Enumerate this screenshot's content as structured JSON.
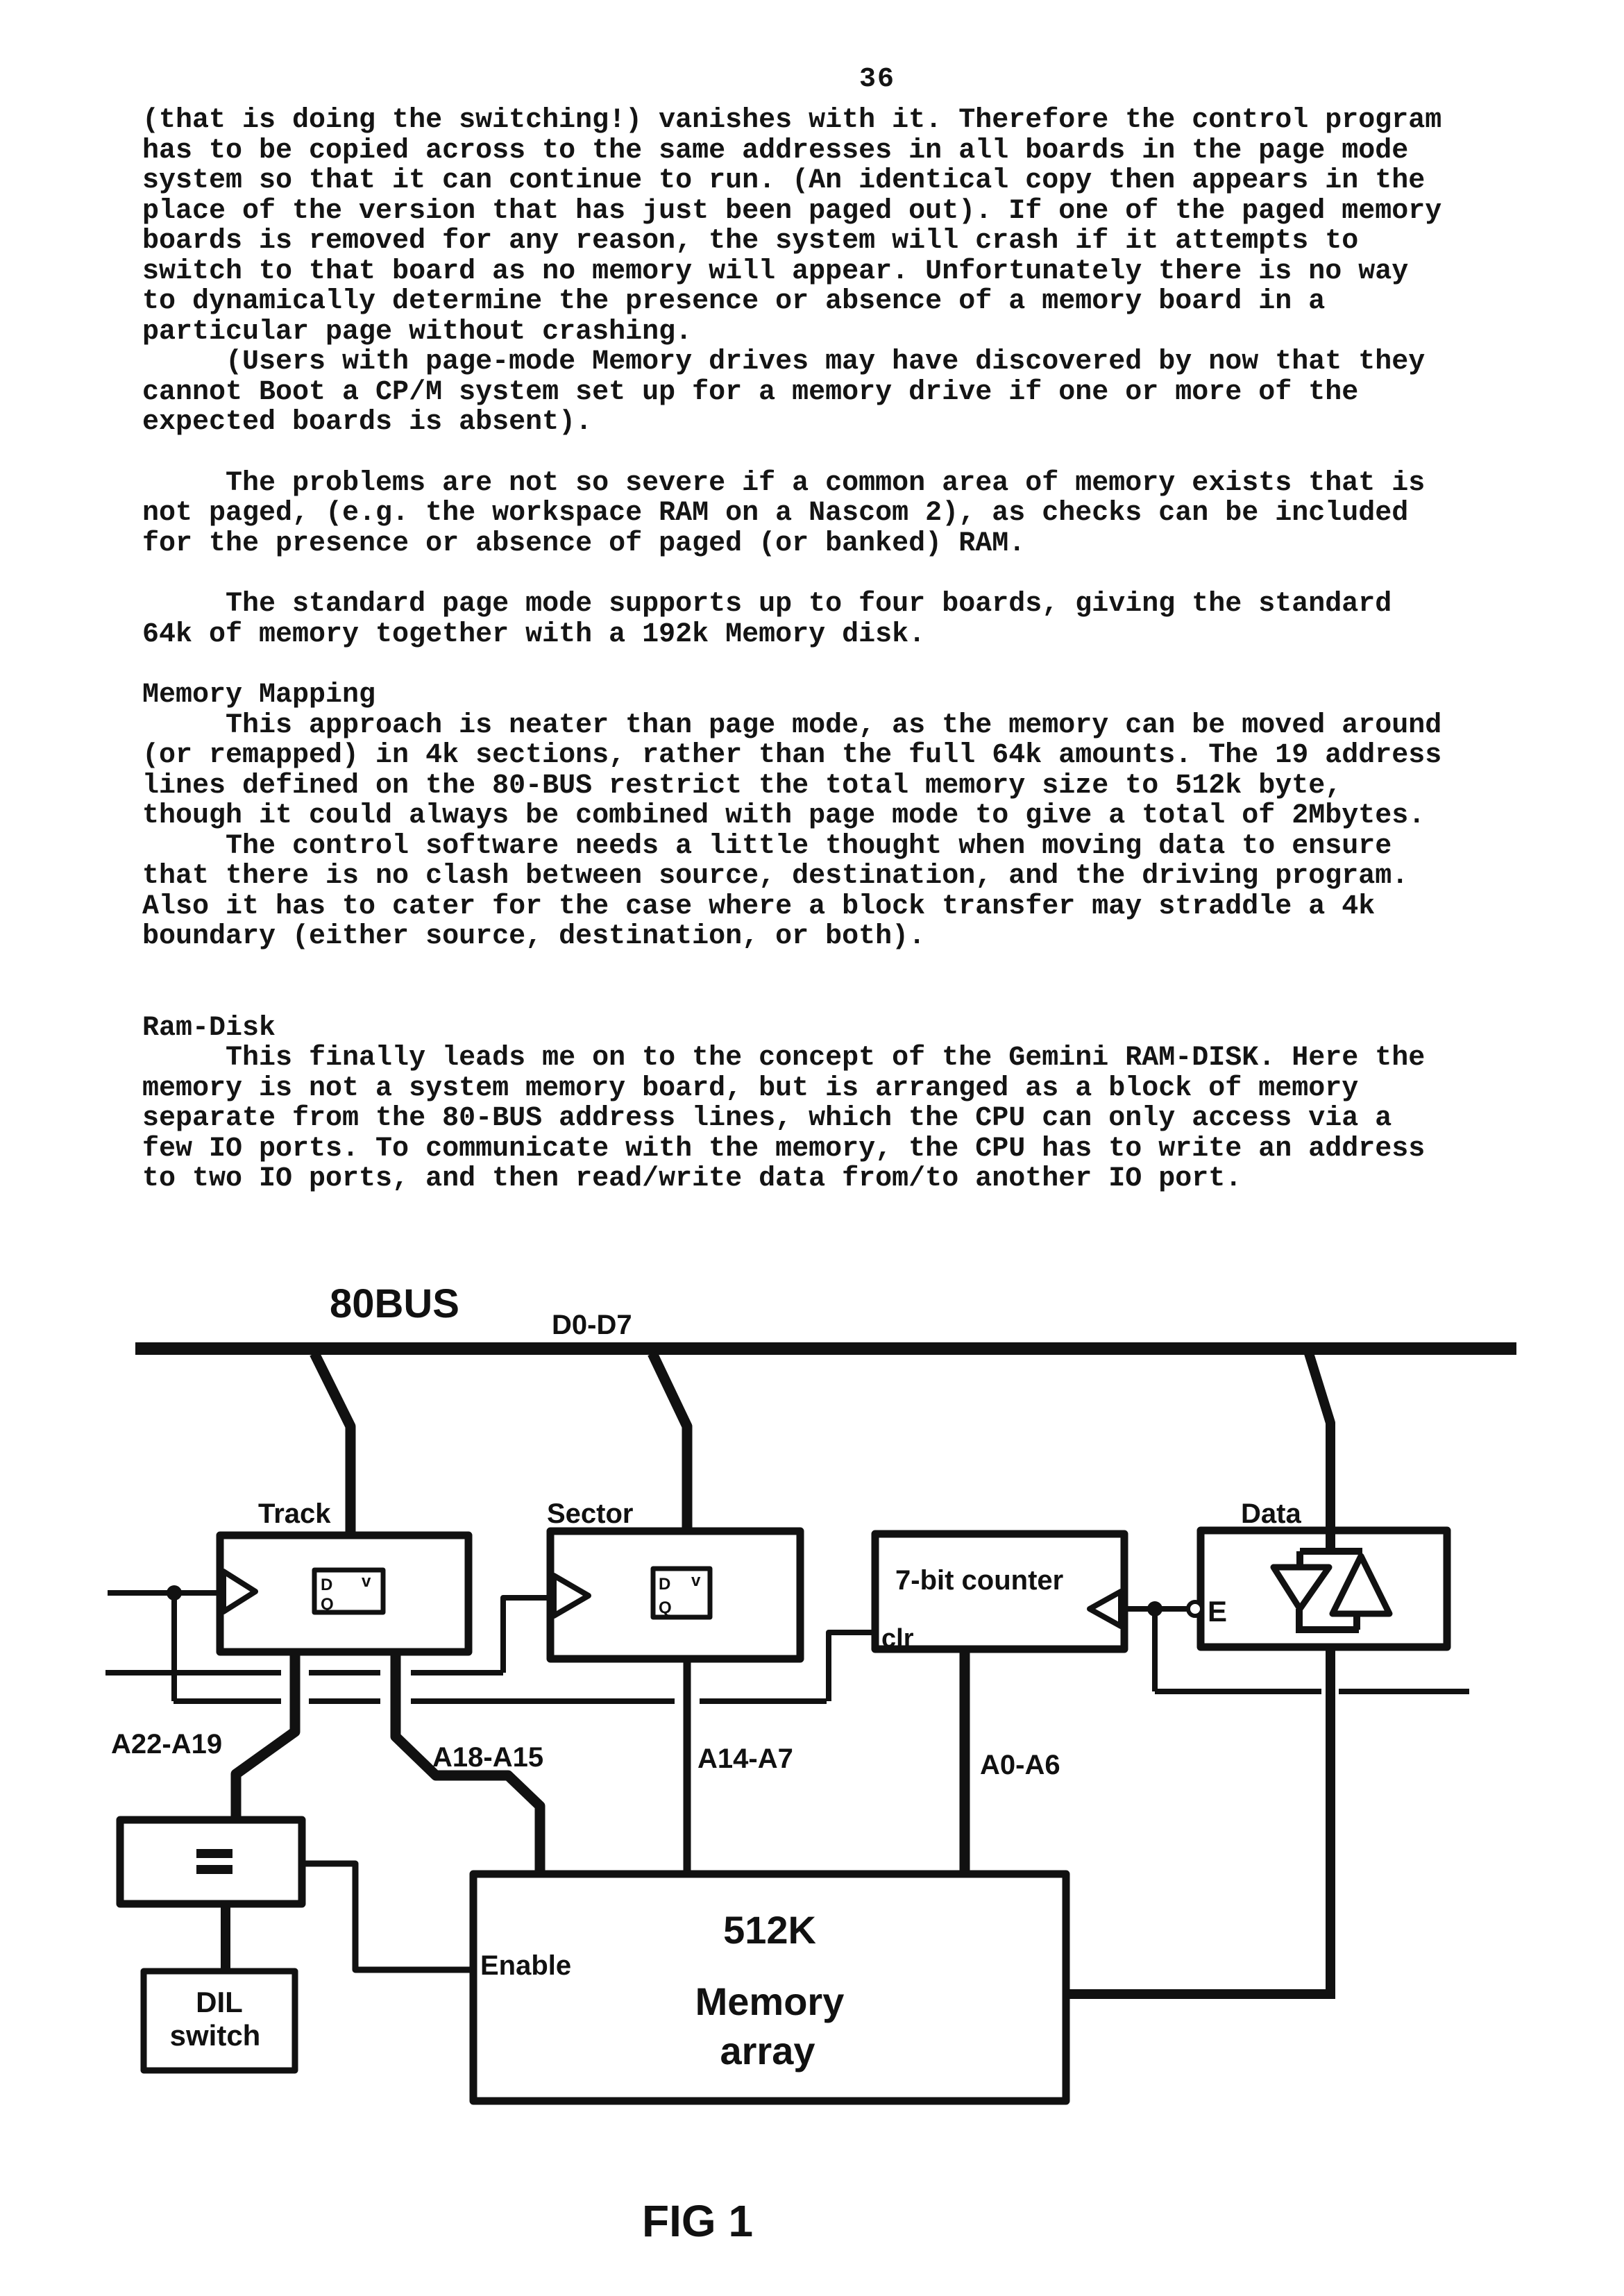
{
  "doc": {
    "page_number": "36",
    "para1": "(that is doing the switching!) vanishes with it. Therefore the control program\nhas to be copied across to the same addresses in all boards in the page mode\nsystem so that it can continue to run. (An identical copy then appears in the\nplace of the version that has just been paged out). If one of the paged memory\nboards is removed for any reason, the system will crash if it attempts to\nswitch to that board as no memory will appear. Unfortunately there is no way\nto dynamically determine the presence or absence of a memory board in a\nparticular page without crashing.",
    "para2": "     (Users with page-mode Memory drives may have discovered by now that they\ncannot Boot a CP/M system set up for a memory drive if one or more of the\nexpected boards is absent).",
    "para3": "     The problems are not so severe if a common area of memory exists that is\nnot paged, (e.g. the workspace RAM on a Nascom 2), as checks can be included\nfor the presence or absence of paged (or banked) RAM.",
    "para4": "     The standard page mode supports up to four boards, giving the standard\n64k of memory together with a 192k Memory disk.",
    "heading1": "Memory Mapping",
    "para5": "     This approach is neater than page mode, as the memory can be moved around\n(or remapped) in 4k sections, rather than the full 64k amounts. The 19 address\nlines defined on the 80-BUS restrict the total memory size to 512k byte,\nthough it could always be combined with page mode to give a total of 2Mbytes.\n     The control software needs a little thought when moving data to ensure\nthat there is no clash between source, destination, and the driving program.\nAlso it has to cater for the case where a block transfer may straddle a 4k\nboundary (either source, destination, or both).",
    "heading2": "Ram-Disk",
    "para6": "     This finally leads me on to the concept of the Gemini RAM-DISK. Here the\nmemory is not a system memory board, but is arranged as a block of memory\nseparate from the 80-BUS address lines, which the CPU can only access via a\nfew IO ports. To communicate with the memory, the CPU has to write an address\nto two IO ports, and then read/write data from/to another IO port."
  },
  "figure": {
    "bus_label": "80BUS",
    "data_bus_label": "D0-D7",
    "track_label": "Track",
    "sector_label": "Sector",
    "data_label": "Data",
    "counter_label": "7-bit counter",
    "clr_label": "clr",
    "enable_pin_label": "E",
    "a22_a19_label": "A22-A19",
    "a18_a15_label": "A18-A15",
    "a14_a7_label": "A14-A7",
    "a0_a6_label": "A0-A6",
    "enable_label": "Enable",
    "memory_line1": "512K",
    "memory_line2": "Memory",
    "memory_line3": "array",
    "dil_line1": "DIL",
    "dil_line2": "switch",
    "ff_d": "D",
    "ff_v": "v",
    "ff_q": "Q",
    "caption": "FIG 1"
  }
}
